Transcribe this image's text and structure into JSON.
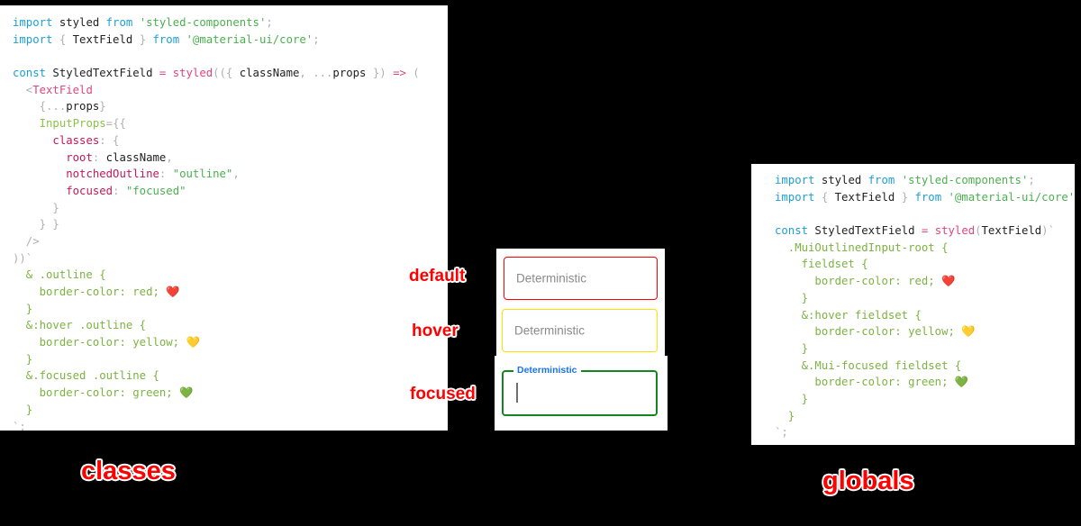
{
  "background_color": "#000000",
  "code_left": {
    "panel_name": "classes-approach-code",
    "lines": [
      [
        [
          "import ",
          "t-kw"
        ],
        [
          "styled ",
          "t-plain"
        ],
        [
          "from ",
          "t-kw"
        ],
        [
          "'styled-components'",
          "t-str"
        ],
        [
          ";",
          "t-punct"
        ]
      ],
      [
        [
          "import ",
          "t-kw"
        ],
        [
          "{ ",
          "t-punct"
        ],
        [
          "TextField ",
          "t-plain"
        ],
        [
          "} ",
          "t-punct"
        ],
        [
          "from ",
          "t-kw"
        ],
        [
          "'@material-ui/core'",
          "t-str"
        ],
        [
          ";",
          "t-punct"
        ]
      ],
      [
        [
          "",
          "t-plain"
        ]
      ],
      [
        [
          "const ",
          "t-kw"
        ],
        [
          "StyledTextField ",
          "t-plain"
        ],
        [
          "= ",
          "t-op"
        ],
        [
          "styled",
          "t-fn"
        ],
        [
          "(({ ",
          "t-punct"
        ],
        [
          "className",
          "t-plain"
        ],
        [
          ", ",
          "t-punct"
        ],
        [
          "...",
          "t-punct"
        ],
        [
          "props ",
          "t-plain"
        ],
        [
          "}) ",
          "t-punct"
        ],
        [
          "=> ",
          "t-op"
        ],
        [
          "(",
          "t-punct"
        ]
      ],
      [
        [
          "  <",
          "t-punct"
        ],
        [
          "TextField",
          "t-tag"
        ]
      ],
      [
        [
          "    {...",
          "t-punct"
        ],
        [
          "props",
          "t-plain"
        ],
        [
          "}",
          "t-punct"
        ]
      ],
      [
        [
          "    ",
          "t-punct"
        ],
        [
          "InputProps",
          "t-prop"
        ],
        [
          "={{",
          "t-punct"
        ]
      ],
      [
        [
          "      ",
          "t-punct"
        ],
        [
          "classes",
          "t-key"
        ],
        [
          ": {",
          "t-punct"
        ]
      ],
      [
        [
          "        ",
          "t-punct"
        ],
        [
          "root",
          "t-key"
        ],
        [
          ": ",
          "t-punct"
        ],
        [
          "className",
          "t-plain"
        ],
        [
          ",",
          "t-punct"
        ]
      ],
      [
        [
          "        ",
          "t-punct"
        ],
        [
          "notchedOutline",
          "t-key"
        ],
        [
          ": ",
          "t-punct"
        ],
        [
          "\"outline\"",
          "t-str"
        ],
        [
          ",",
          "t-punct"
        ]
      ],
      [
        [
          "        ",
          "t-punct"
        ],
        [
          "focused",
          "t-key"
        ],
        [
          ": ",
          "t-punct"
        ],
        [
          "\"focused\"",
          "t-str"
        ]
      ],
      [
        [
          "      }",
          "t-punct"
        ]
      ],
      [
        [
          "    } }",
          "t-punct"
        ]
      ],
      [
        [
          "  />",
          "t-punct"
        ]
      ],
      [
        [
          "))`",
          "t-punct"
        ]
      ],
      [
        [
          "  & .outline {",
          "t-css"
        ]
      ],
      [
        [
          "    border-color: red; ",
          "t-css"
        ],
        [
          "❤️",
          "t-emoji"
        ]
      ],
      [
        [
          "  }",
          "t-css"
        ]
      ],
      [
        [
          "  &:hover .outline {",
          "t-css"
        ]
      ],
      [
        [
          "    border-color: yellow; ",
          "t-css"
        ],
        [
          "💛",
          "t-emoji"
        ]
      ],
      [
        [
          "  }",
          "t-css"
        ]
      ],
      [
        [
          "  &.focused .outline {",
          "t-css"
        ]
      ],
      [
        [
          "    border-color: green; ",
          "t-css"
        ],
        [
          "💚",
          "t-emoji"
        ]
      ],
      [
        [
          "  }",
          "t-css"
        ]
      ],
      [
        [
          "`;",
          "t-punct"
        ]
      ]
    ]
  },
  "code_right": {
    "panel_name": "globals-approach-code",
    "lines": [
      [
        [
          "import ",
          "t-kw"
        ],
        [
          "styled ",
          "t-plain"
        ],
        [
          "from ",
          "t-kw"
        ],
        [
          "'styled-components'",
          "t-str"
        ],
        [
          ";",
          "t-punct"
        ]
      ],
      [
        [
          "import ",
          "t-kw"
        ],
        [
          "{ ",
          "t-punct"
        ],
        [
          "TextField ",
          "t-plain"
        ],
        [
          "} ",
          "t-punct"
        ],
        [
          "from ",
          "t-kw"
        ],
        [
          "'@material-ui/core'",
          "t-str"
        ],
        [
          ";",
          "t-punct"
        ]
      ],
      [
        [
          "",
          "t-plain"
        ]
      ],
      [
        [
          "const ",
          "t-kw"
        ],
        [
          "StyledTextField ",
          "t-plain"
        ],
        [
          "= ",
          "t-op"
        ],
        [
          "styled",
          "t-fn"
        ],
        [
          "(",
          "t-punct"
        ],
        [
          "TextField",
          "t-plain"
        ],
        [
          ")`",
          "t-punct"
        ]
      ],
      [
        [
          "  .MuiOutlinedInput-root {",
          "t-css"
        ]
      ],
      [
        [
          "    fieldset {",
          "t-css"
        ]
      ],
      [
        [
          "      border-color: red; ",
          "t-css"
        ],
        [
          "❤️",
          "t-emoji"
        ]
      ],
      [
        [
          "    }",
          "t-css"
        ]
      ],
      [
        [
          "    &:hover fieldset {",
          "t-css"
        ]
      ],
      [
        [
          "      border-color: yellow; ",
          "t-css"
        ],
        [
          "💛",
          "t-emoji"
        ]
      ],
      [
        [
          "    }",
          "t-css"
        ]
      ],
      [
        [
          "    &.Mui-focused fieldset {",
          "t-css"
        ]
      ],
      [
        [
          "      border-color: green; ",
          "t-css"
        ],
        [
          "💚",
          "t-emoji"
        ]
      ],
      [
        [
          "    }",
          "t-css"
        ]
      ],
      [
        [
          "  }",
          "t-css"
        ]
      ],
      [
        [
          "`;",
          "t-punct"
        ]
      ]
    ]
  },
  "demo": {
    "fields": {
      "default": {
        "value": "Deterministic",
        "border_color": "#ff0000",
        "state": "default"
      },
      "hover": {
        "value": "Deterministic",
        "border_color": "#ffe000",
        "state": "hover"
      },
      "focused": {
        "label": "Deterministic",
        "value": "",
        "border_color": "#13861f",
        "label_color": "#1a73e8",
        "state": "focused"
      }
    }
  },
  "annotations": {
    "default": "default",
    "hover": "hover",
    "focused": "focused",
    "classes": "classes",
    "globals": "globals",
    "color": "#ff0000"
  }
}
